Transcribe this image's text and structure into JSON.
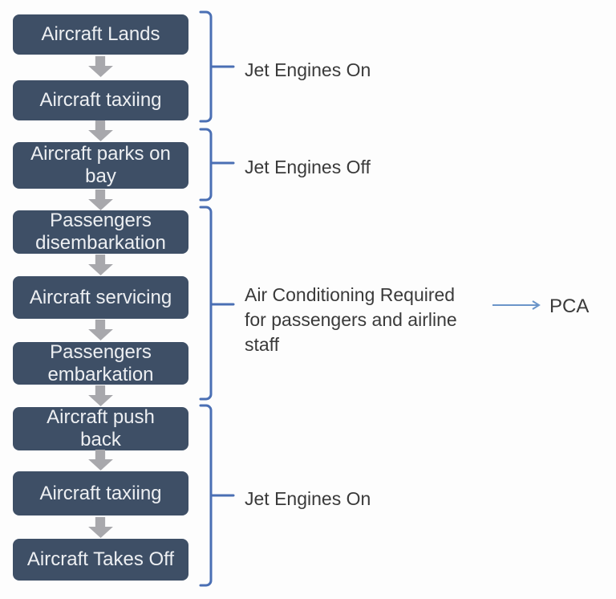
{
  "flow": {
    "steps": [
      {
        "label": "Aircraft Lands"
      },
      {
        "label": "Aircraft taxiing"
      },
      {
        "label": "Aircraft parks on\nbay"
      },
      {
        "label": "Passengers\ndisembarkation"
      },
      {
        "label": "Aircraft servicing"
      },
      {
        "label": "Passengers\nembarkation"
      },
      {
        "label": "Aircraft push\nback"
      },
      {
        "label": "Aircraft taxiing"
      },
      {
        "label": "Aircraft Takes Off"
      }
    ]
  },
  "annotations": {
    "group1": "Jet Engines On",
    "group2": "Jet Engines Off",
    "group3": "Air Conditioning Required\nfor passengers and airline\nstaff",
    "group4": "Jet Engines On",
    "pca": "PCA"
  },
  "colors": {
    "box_fill": "#3E4F66",
    "box_text": "#EDEFF2",
    "arrow_gray": "#A8A8AC",
    "bracket": "#4A6FB4",
    "label_text": "#3A3A3A",
    "pca_arrow": "#6B95C9"
  }
}
